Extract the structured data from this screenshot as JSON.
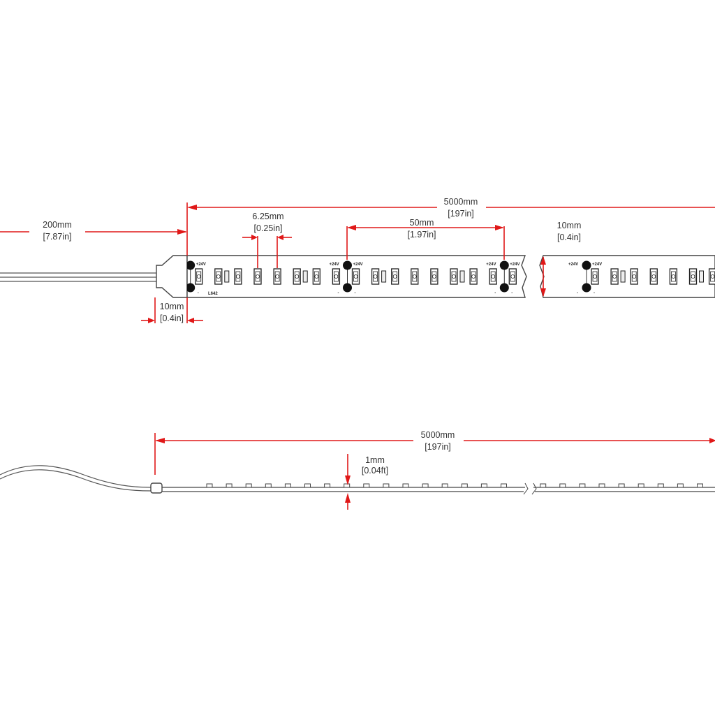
{
  "top_view": {
    "total_length": {
      "value": "5000mm",
      "imperial": "[197in]"
    },
    "lead_length": {
      "value": "200mm",
      "imperial": "[7.87in]"
    },
    "led_pitch": {
      "value": "6.25mm",
      "imperial": "[0.25in]"
    },
    "cut_interval": {
      "value": "50mm",
      "imperial": "[1.97in]"
    },
    "strip_width": {
      "value": "10mm",
      "imperial": "[0.4in]"
    },
    "connector_length": {
      "value": "10mm",
      "imperial": "[0.4in]"
    },
    "pad_positive_label": "+24V",
    "pad_negative_label": "-",
    "model_label": "L642"
  },
  "side_view": {
    "total_length": {
      "value": "5000mm",
      "imperial": "[197in]"
    },
    "thickness": {
      "value": "1mm",
      "imperial": "[0.04ft]"
    }
  },
  "colors": {
    "dimension": "#e01818",
    "outline": "#444444"
  }
}
